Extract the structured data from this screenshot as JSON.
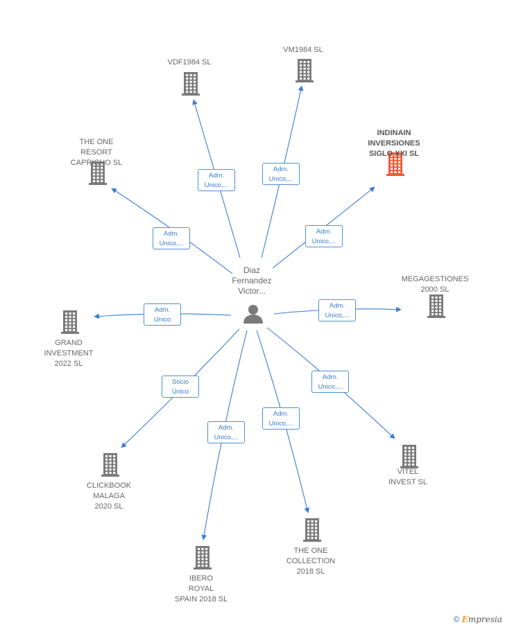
{
  "colors": {
    "edge": "#3a7bd5",
    "building": "#7a7a7a",
    "building_highlight": "#f05a32",
    "person": "#7a7a7a"
  },
  "center": {
    "name": "Diaz\nFernandez\nVictor...",
    "icon": "person-icon"
  },
  "nodes": [
    {
      "id": "vdf1984",
      "name": "VDF1984  SL",
      "icon": "building-icon",
      "highlight": false
    },
    {
      "id": "vm1984",
      "name": "VM1984  SL",
      "icon": "building-icon",
      "highlight": false
    },
    {
      "id": "theone-resort",
      "name": "THE ONE\nRESORT\nCAPRICHO  SL",
      "icon": "building-icon",
      "highlight": false
    },
    {
      "id": "indinain",
      "name": "INDINAIN\nINVERSIONES\nSIGLO XXI  SL",
      "icon": "building-icon",
      "highlight": true
    },
    {
      "id": "megagestiones",
      "name": "MEGAGESTIONES\n2000  SL",
      "icon": "building-icon",
      "highlight": false
    },
    {
      "id": "grand",
      "name": "GRAND\nINVESTMENT\n2022  SL",
      "icon": "building-icon",
      "highlight": false
    },
    {
      "id": "clickbook",
      "name": "CLICKBOOK\nMALAGA\n2020  SL",
      "icon": "building-icon",
      "highlight": false
    },
    {
      "id": "vitel",
      "name": "VITEL\nINVEST  SL",
      "icon": "building-icon",
      "highlight": false
    },
    {
      "id": "ibero",
      "name": "IBERO\nROYAL\nSPAIN 2018  SL",
      "icon": "building-icon",
      "highlight": false
    },
    {
      "id": "theone-collection",
      "name": "THE ONE\nCOLLECTION\n2018  SL",
      "icon": "building-icon",
      "highlight": false
    }
  ],
  "edges": [
    {
      "to": "vdf1984",
      "label": "Adm.\nUnico,..."
    },
    {
      "to": "vm1984",
      "label": "Adm.\nUnico,..."
    },
    {
      "to": "theone-resort",
      "label": "Adm.\nUnico,..."
    },
    {
      "to": "indinain",
      "label": "Adm.\nUnico,..."
    },
    {
      "to": "megagestiones",
      "label": "Adm.\nUnico,..."
    },
    {
      "to": "grand",
      "label": "Adm.\nUnico"
    },
    {
      "to": "clickbook",
      "label": "Socio\nÚnico"
    },
    {
      "to": "vitel",
      "label": "Adm.\nUnico,..."
    },
    {
      "to": "ibero",
      "label": "Adm.\nUnico,..."
    },
    {
      "to": "theone-collection",
      "label": "Adm.\nUnico,..."
    }
  ],
  "footer": {
    "copyright": "©",
    "brand_initial": "E",
    "brand_rest": "mpresia"
  }
}
